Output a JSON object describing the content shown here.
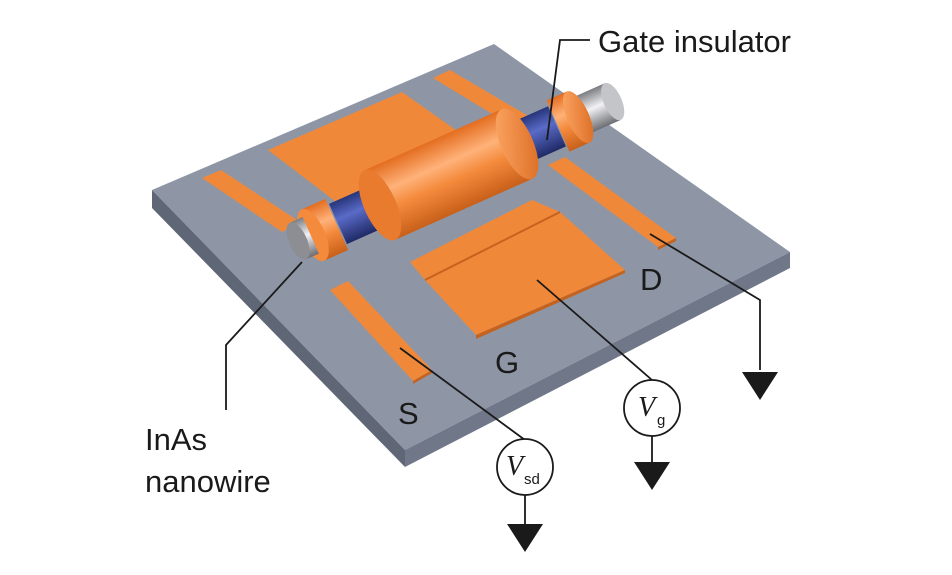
{
  "labels": {
    "gate_insulator": "Gate insulator",
    "nanowire_line1": "InAs",
    "nanowire_line2": "nanowire",
    "source": "S",
    "gate": "G",
    "drain": "D"
  },
  "meters": {
    "vsd_symbol": "V",
    "vsd_subscript": "sd",
    "vg_symbol": "V",
    "vg_subscript": "g"
  },
  "colors": {
    "substrate_top": "#8e96a6",
    "substrate_side": "#6b7282",
    "electrode": "#f0883a",
    "electrode_dark": "#c4621f",
    "insulator": "#3d4b9e",
    "wire_core": "#a9aaae"
  }
}
